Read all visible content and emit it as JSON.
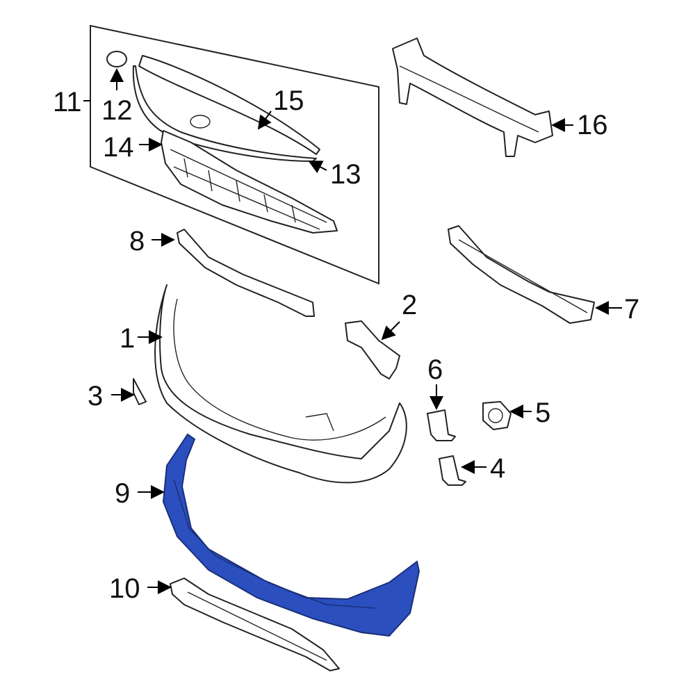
{
  "diagram": {
    "highlight_color": "#2b4fbf",
    "highlighted_part": "9",
    "callouts": {
      "p1": "1",
      "p2": "2",
      "p3": "3",
      "p4": "4",
      "p5": "5",
      "p6": "6",
      "p7": "7",
      "p8": "8",
      "p9": "9",
      "p10": "10",
      "p11": "11",
      "p12": "12",
      "p13": "13",
      "p14": "14",
      "p15": "15",
      "p16": "16"
    }
  }
}
